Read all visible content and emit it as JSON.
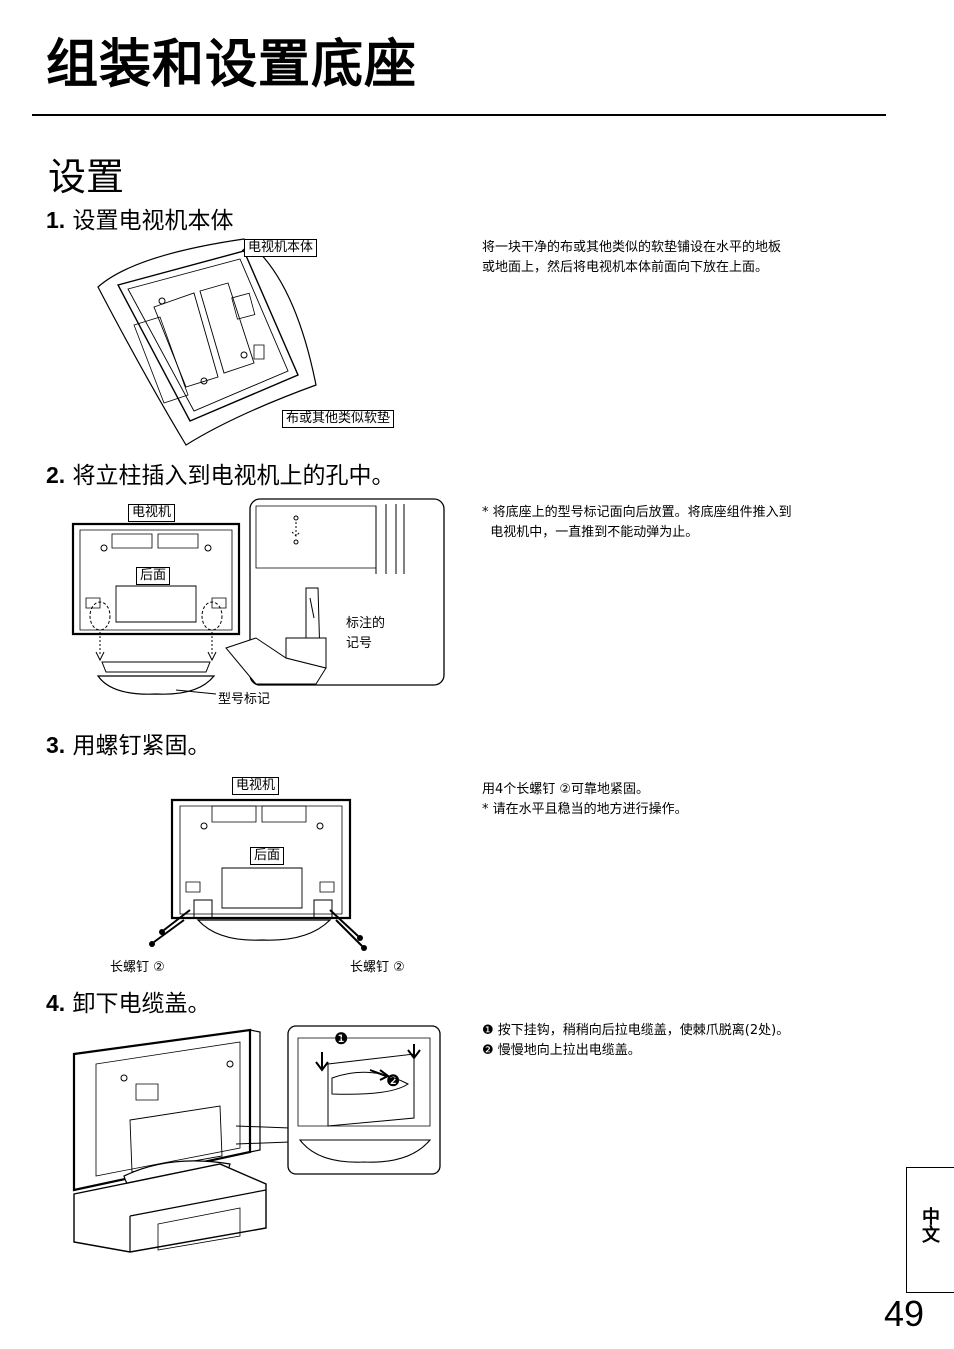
{
  "page": {
    "title": "组装和设置底座",
    "section_title": "设置",
    "language_tab": "中文",
    "page_number": "49"
  },
  "steps": [
    {
      "number": "1.",
      "title": "设置电视机本体",
      "labels": [
        "电视机本体",
        "布或其他类似软垫"
      ],
      "description": [
        "将一块干净的布或其他类似的软垫铺设在水平的地板",
        "或地面上，然后将电视机本体前面向下放在上面。"
      ]
    },
    {
      "number": "2.",
      "title": "将立柱插入到电视机上的孔中。",
      "labels": [
        "电视机",
        "后面",
        "型号标记",
        "标注的",
        "记号"
      ],
      "description": [
        "* 将底座上的型号标记面向后放置。将底座组件推入到",
        "  电视机中，一直推到不能动弹为止。"
      ]
    },
    {
      "number": "3.",
      "title": "用螺钉紧固。",
      "labels": [
        "电视机",
        "后面",
        "长螺钉 ②",
        "长螺钉 ②"
      ],
      "description": [
        "用4个长螺钉 ②可靠地紧固。",
        "* 请在水平且稳当的地方进行操作。"
      ]
    },
    {
      "number": "4.",
      "title": "卸下电缆盖。",
      "labels": [
        "❶",
        "❷"
      ],
      "description": [
        "❶ 按下挂钩，稍稍向后拉电缆盖，使棘爪脱离(2处)。",
        "❷ 慢慢地向上拉出电缆盖。"
      ]
    }
  ],
  "icons": [
    "tv-back-illustration",
    "stand-pole-illustration",
    "screw-icon",
    "hand-illustration",
    "arrow-down-icon"
  ]
}
